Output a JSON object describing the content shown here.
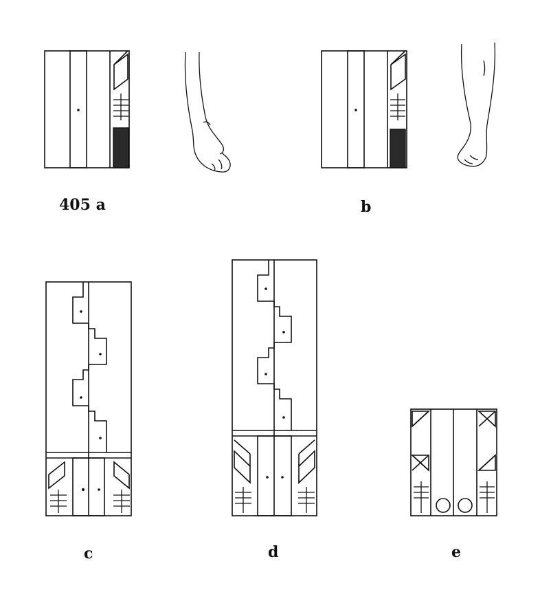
{
  "labels": {
    "a": "405 a",
    "b": "b",
    "c": "c",
    "d": "d",
    "e": "e"
  },
  "colors": {
    "ink": "#111111",
    "shade": "#2a2a2a",
    "paper": "#ffffff"
  }
}
